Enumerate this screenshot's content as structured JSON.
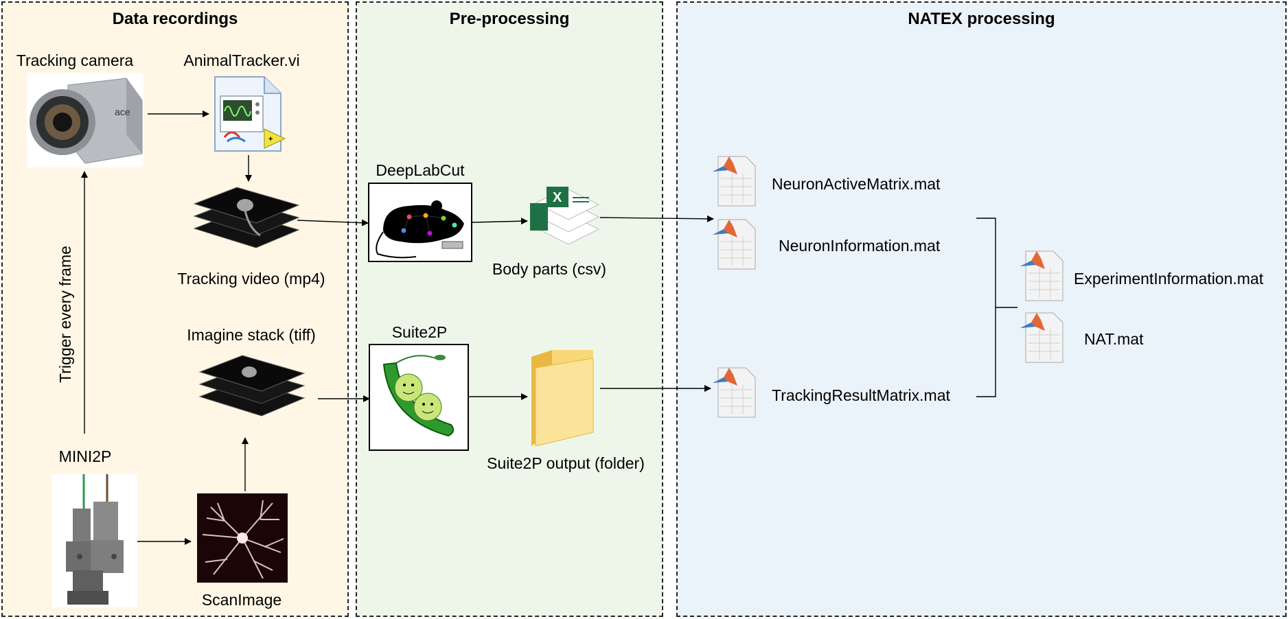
{
  "panels": {
    "data_recordings": "Data recordings",
    "preprocessing": "Pre-processing",
    "natex": "NATEX processing"
  },
  "nodes": {
    "tracking_camera": "Tracking camera",
    "animal_tracker": "AnimalTracker.vi",
    "tracking_video": "Tracking video (mp4)",
    "imagine_stack": "Imagine stack (tiff)",
    "mini2p": "MINI2P",
    "scanimage": "ScanImage",
    "trigger": "Trigger every frame",
    "deeplabcut": "DeepLabCut",
    "body_parts": "Body parts (csv)",
    "suite2p": "Suite2P",
    "suite2p_output": "Suite2P output (folder)",
    "neuron_active": "NeuronActiveMatrix.mat",
    "neuron_info": "NeuronInformation.mat",
    "tracking_result": "TrackingResultMatrix.mat",
    "experiment_info": "ExperimentInformation.mat",
    "nat": "NAT.mat"
  },
  "colors": {
    "data_recordings_bg": "#fff6e5",
    "preprocessing_bg": "#eef6ea",
    "natex_bg": "#eaf2fa",
    "excel_green": "#1e7145",
    "folder_yellow": "#f8d776",
    "matlab_orange": "#e16737"
  }
}
